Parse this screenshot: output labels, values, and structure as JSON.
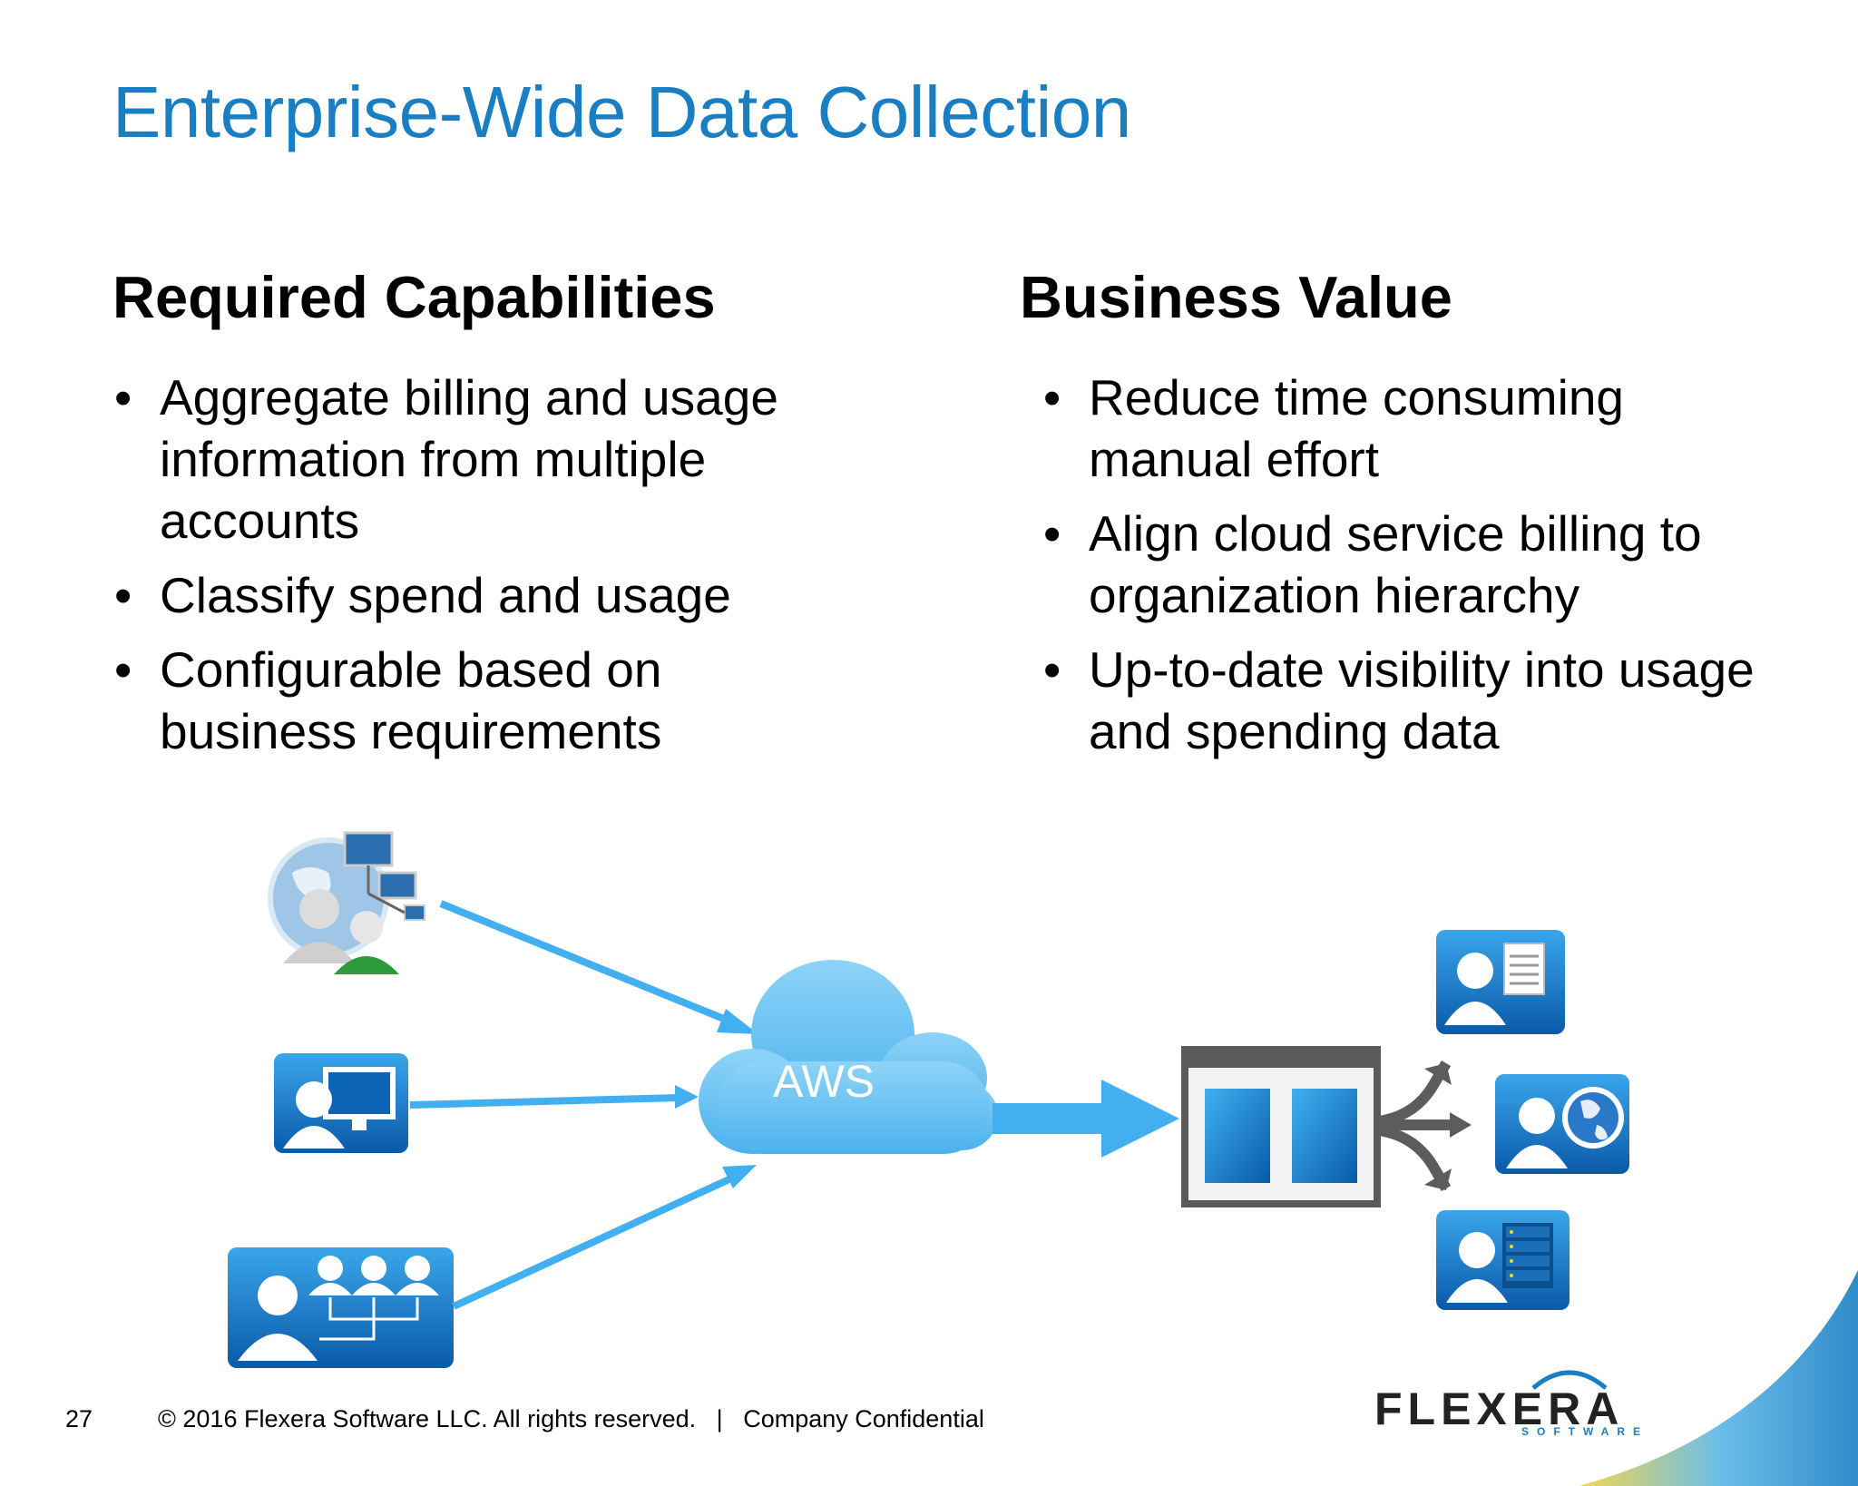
{
  "title": "Enterprise-Wide Data Collection",
  "left_column": {
    "heading": "Required Capabilities",
    "bullets": [
      {
        "lines": [
          "Aggregate billing and usage",
          "information from multiple",
          "accounts"
        ]
      },
      {
        "lines": [
          "Classify spend and usage"
        ]
      },
      {
        "lines": [
          "Configurable based on",
          "business requirements"
        ]
      }
    ]
  },
  "right_column": {
    "heading": "Business Value",
    "bullets": [
      {
        "lines": [
          "Reduce time consuming",
          "manual effort"
        ]
      },
      {
        "lines": [
          "Align cloud service billing to",
          "organization hierarchy"
        ]
      },
      {
        "lines": [
          "Up-to-date visibility into usage",
          "and spending data"
        ]
      }
    ]
  },
  "diagram": {
    "cloud_label": "AWS",
    "sources": [
      "globe-network-users-icon",
      "user-computer-icon",
      "org-team-icon"
    ],
    "outputs": [
      "user-document-icon",
      "user-globe-icon",
      "user-server-icon"
    ],
    "dashboard": "dashboard-panels-icon",
    "colors": {
      "arrow": "#42b0f0",
      "tile": "#0d6fbd",
      "cloud": "#6cc4f4",
      "dark_arrow": "#555555"
    }
  },
  "footer": {
    "page_number": "27",
    "copyright": "© 2016 Flexera Software LLC. All rights reserved.   |   Company Confidential"
  },
  "logo": {
    "name": "FLEXERA",
    "tagline": "SOFTWARE"
  }
}
